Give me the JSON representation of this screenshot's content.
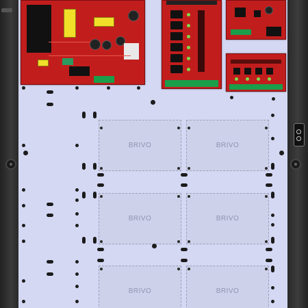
{
  "enclosure": {
    "title": "",
    "slot_card_label": "BRIVO",
    "colors": {
      "panel": "#d5d8f3",
      "board": "#c21d1d",
      "terminal": "#1a9e4a",
      "led": "#7cdc4d",
      "frame": "#2e2e2e"
    }
  },
  "cards": [
    {
      "label": "BRIVO"
    },
    {
      "label": "BRIVO"
    },
    {
      "label": "BRIVO"
    },
    {
      "label": "BRIVO"
    },
    {
      "label": "BRIVO"
    },
    {
      "label": "BRIVO"
    }
  ],
  "boards": [
    {
      "name": "power-supply-board"
    },
    {
      "name": "relay-board"
    },
    {
      "name": "control-board"
    },
    {
      "name": "input-board"
    }
  ],
  "icons": [
    "mount-hole-icon",
    "tamper-switch-icon"
  ]
}
